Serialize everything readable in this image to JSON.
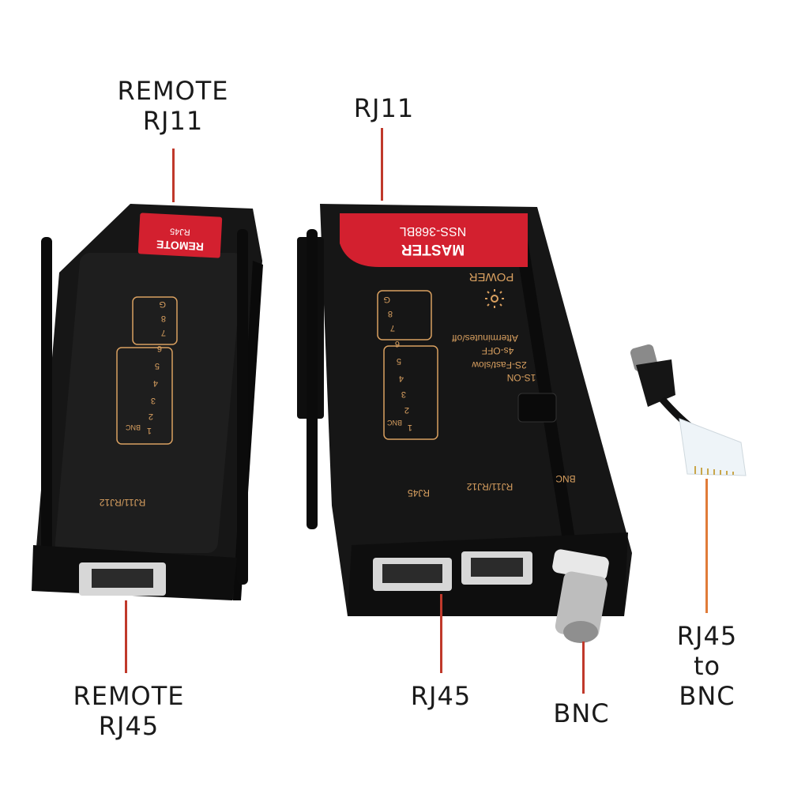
{
  "colors": {
    "leader": "#c0392b",
    "leader_orange": "#e07b39",
    "housing": "#1c1c1c",
    "rib": "#0d0d0d",
    "tag": "#d3202f",
    "led_frame": "#d9a060"
  },
  "callouts": {
    "remote_rj11": [
      "REMOTE",
      "RJ11"
    ],
    "master_rj11": "RJ11",
    "remote_rj45": [
      "REMOTE",
      "RJ45"
    ],
    "master_rj45": "RJ45",
    "bnc": "BNC",
    "rj45_to_bnc": [
      "RJ45",
      "to",
      "BNC"
    ]
  },
  "remote_unit": {
    "tag_title": "REMOTE",
    "tag_sub": "RJ45",
    "leds": [
      "G",
      "8",
      "7",
      "6",
      "5",
      "4",
      "3",
      "2"
    ],
    "led_extra": [
      "1",
      "BNC"
    ],
    "port_label": "RJ11/RJ12"
  },
  "master_unit": {
    "tag_title": "MASTER",
    "tag_sub": "NSS-368BL",
    "power_label": "POWER",
    "leds": [
      "G",
      "8",
      "7",
      "6",
      "5",
      "4",
      "3",
      "2"
    ],
    "led_extra": [
      "1",
      "BNC"
    ],
    "modes": [
      "Afterminutes/off",
      "4s-OFF",
      "2S-Fast/slow",
      "1S-ON"
    ],
    "port_labels": [
      "BNC",
      "RJ11/RJ12",
      "RJ45"
    ]
  }
}
